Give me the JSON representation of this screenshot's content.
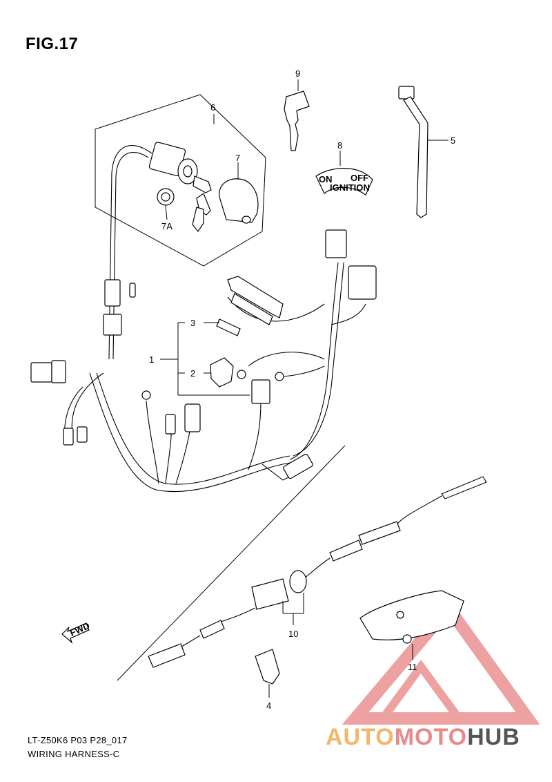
{
  "figure": {
    "title": "FIG.17"
  },
  "footer": {
    "line1": "LT-Z50K6 P03 P28_017",
    "line2": "WIRING HARNESS-C"
  },
  "callouts": {
    "c1": "1",
    "c2": "2",
    "c3": "3",
    "c4": "4",
    "c5": "5",
    "c6": "6",
    "c7": "7",
    "c7a": "7A",
    "c8": "8",
    "c9": "9",
    "c10": "10",
    "c11": "11"
  },
  "labels": {
    "on": "ON",
    "off": "OFF",
    "ignition": "IGNITION",
    "fwd": "FWD"
  },
  "watermark": {
    "part1": "AUTO",
    "part2": "MOTO",
    "part3": "HUB"
  },
  "colors": {
    "watermark_red": "#e05555",
    "watermark_orange": "#f3b66a",
    "watermark_gray": "#555555"
  }
}
